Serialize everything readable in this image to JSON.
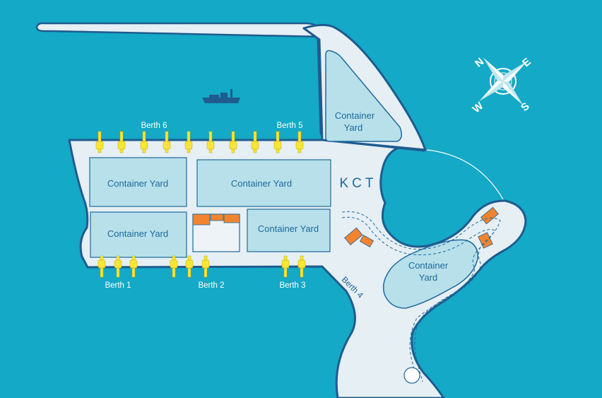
{
  "map": {
    "terminal_label": "KCT",
    "yards": {
      "north_triangle": "Container Yard",
      "top_left": "Container Yard",
      "top_middle": "Container Yard",
      "bottom_left": "Container Yard",
      "bottom_middle": "Container Yard",
      "east": "Container Yard"
    },
    "berths": {
      "berth1": "Berth 1",
      "berth2": "Berth 2",
      "berth3": "Berth 3",
      "berth4": "Berth 4",
      "berth5": "Berth 5",
      "berth6": "Berth 6"
    },
    "compass": {
      "n": "N",
      "e": "E",
      "s": "S",
      "w": "W"
    },
    "colors": {
      "sea": "#14a9c6",
      "land": "#e6eff4",
      "shore": "#1e5c8f",
      "yard_fill": "#b7e0ea",
      "yard_stroke": "#1e6a9c",
      "text": "#1e6a9c",
      "crane": "#f7e53a",
      "building": "#f28430"
    }
  }
}
